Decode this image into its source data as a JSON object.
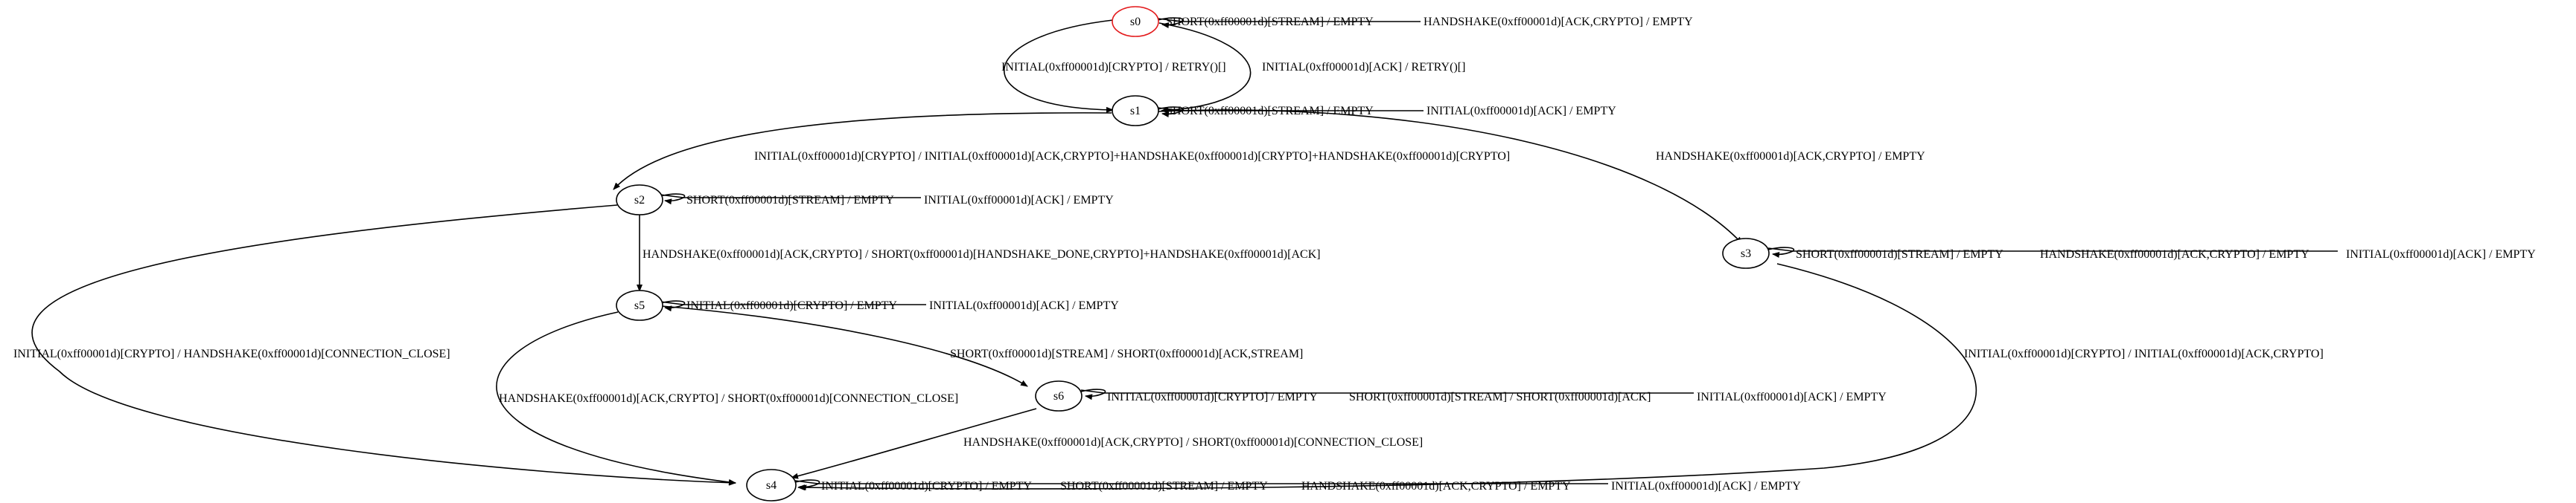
{
  "nodes": [
    {
      "id": "s0",
      "label": "s0",
      "initial": true
    },
    {
      "id": "s1",
      "label": "s1"
    },
    {
      "id": "s2",
      "label": "s2"
    },
    {
      "id": "s3",
      "label": "s3"
    },
    {
      "id": "s4",
      "label": "s4"
    },
    {
      "id": "s5",
      "label": "s5"
    },
    {
      "id": "s6",
      "label": "s6"
    }
  ],
  "edges": [
    {
      "id": "e0",
      "from": "s0",
      "to": "s0",
      "label": "SHORT(0xff00001d)[STREAM] / EMPTY"
    },
    {
      "id": "e1",
      "from": "s0",
      "to": "s0",
      "label": "HANDSHAKE(0xff00001d)[ACK,CRYPTO] / EMPTY"
    },
    {
      "id": "e2",
      "from": "s0",
      "to": "s1",
      "label": "INITIAL(0xff00001d)[CRYPTO] / RETRY()[]"
    },
    {
      "id": "e3",
      "from": "s0",
      "to": "s1",
      "label": "INITIAL(0xff00001d)[ACK] / RETRY()[]"
    },
    {
      "id": "e4",
      "from": "s1",
      "to": "s1",
      "label": "SHORT(0xff00001d)[STREAM] / EMPTY"
    },
    {
      "id": "e5",
      "from": "s1",
      "to": "s1",
      "label": "INITIAL(0xff00001d)[ACK] / EMPTY"
    },
    {
      "id": "e6",
      "from": "s1",
      "to": "s2",
      "label": "INITIAL(0xff00001d)[CRYPTO] / INITIAL(0xff00001d)[ACK,CRYPTO]+HANDSHAKE(0xff00001d)[CRYPTO]+HANDSHAKE(0xff00001d)[CRYPTO]"
    },
    {
      "id": "e7",
      "from": "s1",
      "to": "s3",
      "label": "HANDSHAKE(0xff00001d)[ACK,CRYPTO] / EMPTY"
    },
    {
      "id": "e8",
      "from": "s2",
      "to": "s2",
      "label": "SHORT(0xff00001d)[STREAM] / EMPTY"
    },
    {
      "id": "e9",
      "from": "s2",
      "to": "s2",
      "label": "INITIAL(0xff00001d)[ACK] / EMPTY"
    },
    {
      "id": "e10",
      "from": "s2",
      "to": "s5",
      "label": "HANDSHAKE(0xff00001d)[ACK,CRYPTO] / SHORT(0xff00001d)[HANDSHAKE_DONE,CRYPTO]+HANDSHAKE(0xff00001d)[ACK]"
    },
    {
      "id": "e11",
      "from": "s2",
      "to": "s4",
      "label": "INITIAL(0xff00001d)[CRYPTO] / HANDSHAKE(0xff00001d)[CONNECTION_CLOSE]"
    },
    {
      "id": "e12",
      "from": "s3",
      "to": "s3",
      "label": "SHORT(0xff00001d)[STREAM] / EMPTY"
    },
    {
      "id": "e13",
      "from": "s3",
      "to": "s3",
      "label": "HANDSHAKE(0xff00001d)[ACK,CRYPTO] / EMPTY"
    },
    {
      "id": "e14",
      "from": "s3",
      "to": "s3",
      "label": "INITIAL(0xff00001d)[ACK] / EMPTY"
    },
    {
      "id": "e15",
      "from": "s3",
      "to": "s4",
      "label": "INITIAL(0xff00001d)[CRYPTO] / INITIAL(0xff00001d)[ACK,CRYPTO]"
    },
    {
      "id": "e16",
      "from": "s5",
      "to": "s5",
      "label": "INITIAL(0xff00001d)[CRYPTO] / EMPTY"
    },
    {
      "id": "e17",
      "from": "s5",
      "to": "s5",
      "label": "INITIAL(0xff00001d)[ACK] / EMPTY"
    },
    {
      "id": "e18",
      "from": "s5",
      "to": "s6",
      "label": "SHORT(0xff00001d)[STREAM] / SHORT(0xff00001d)[ACK,STREAM]"
    },
    {
      "id": "e19",
      "from": "s5",
      "to": "s4",
      "label": "HANDSHAKE(0xff00001d)[ACK,CRYPTO] / SHORT(0xff00001d)[CONNECTION_CLOSE]"
    },
    {
      "id": "e20",
      "from": "s6",
      "to": "s6",
      "label": "INITIAL(0xff00001d)[CRYPTO] / EMPTY"
    },
    {
      "id": "e21",
      "from": "s6",
      "to": "s6",
      "label": "SHORT(0xff00001d)[STREAM] / SHORT(0xff00001d)[ACK]"
    },
    {
      "id": "e22",
      "from": "s6",
      "to": "s6",
      "label": "INITIAL(0xff00001d)[ACK] / EMPTY"
    },
    {
      "id": "e23",
      "from": "s6",
      "to": "s4",
      "label": "HANDSHAKE(0xff00001d)[ACK,CRYPTO] / SHORT(0xff00001d)[CONNECTION_CLOSE]"
    },
    {
      "id": "e24",
      "from": "s4",
      "to": "s4",
      "label": "INITIAL(0xff00001d)[CRYPTO] / EMPTY"
    },
    {
      "id": "e25",
      "from": "s4",
      "to": "s4",
      "label": "SHORT(0xff00001d)[STREAM] / EMPTY"
    },
    {
      "id": "e26",
      "from": "s4",
      "to": "s4",
      "label": "HANDSHAKE(0xff00001d)[ACK,CRYPTO] / EMPTY"
    },
    {
      "id": "e27",
      "from": "s4",
      "to": "s4",
      "label": "INITIAL(0xff00001d)[ACK] / EMPTY"
    }
  ],
  "colors": {
    "initial_node_stroke": "#e31a1c",
    "stroke": "#000000",
    "background": "#ffffff"
  }
}
